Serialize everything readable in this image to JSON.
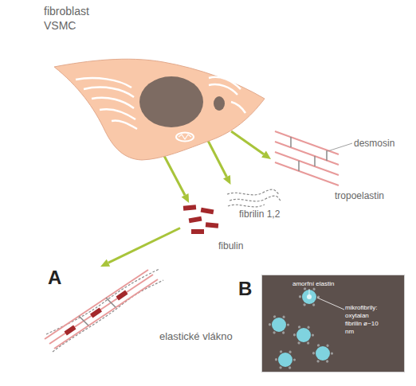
{
  "diagram": {
    "nodes": [
      {
        "text": [
          "fibroblast VSMC"
        ]
      },
      {
        "text": [
          "desmosin",
          "tropoelastin"
        ]
      },
      {
        "text": [
          "fibrilin 1,2"
        ]
      },
      {
        "text": [
          "fibulin"
        ]
      },
      {
        "text": [
          "A",
          "elastické vlákno"
        ]
      },
      {
        "text": [
          "B",
          "amorfní elastin",
          "mikrofibrily: oxytalan fibrilin ø~10 nm"
        ]
      }
    ],
    "edges": [
      {
        "from": 0,
        "to": 1,
        "arrow": "to"
      },
      {
        "from": 0,
        "to": 2,
        "arrow": "to"
      },
      {
        "from": 0,
        "to": 3,
        "arrow": "to"
      },
      {
        "from": 3,
        "to": 4,
        "arrow": "to"
      }
    ]
  }
}
